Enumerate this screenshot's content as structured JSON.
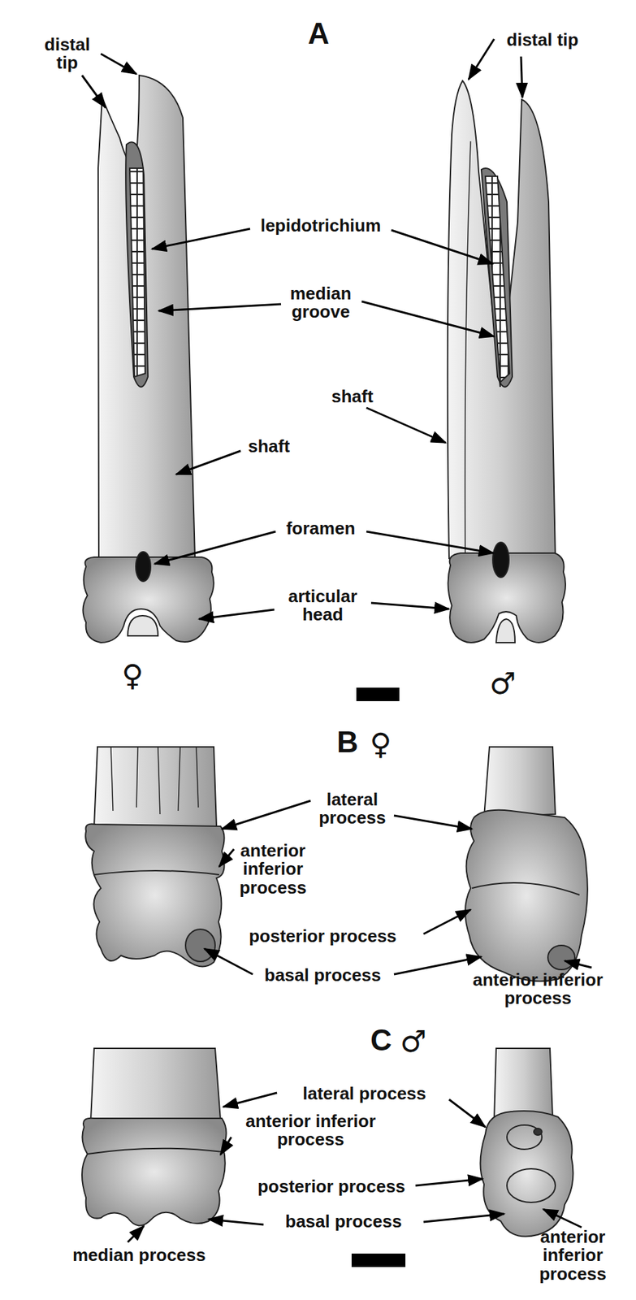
{
  "diagram": {
    "labels": [
      "A",
      "distal tip",
      "distal tip",
      "lepidotrichium",
      "median groove",
      "shaft",
      "shaft",
      "foramen",
      "articular head",
      "♀",
      "♂",
      "B",
      "♀",
      "lateral process",
      "anterior inferior process",
      "posterior process",
      "basal process",
      "anterior inferior process",
      "C",
      "♂",
      "lateral process",
      "anterior inferior process",
      "posterior process",
      "basal process",
      "median process",
      "anterior inferior process"
    ]
  }
}
